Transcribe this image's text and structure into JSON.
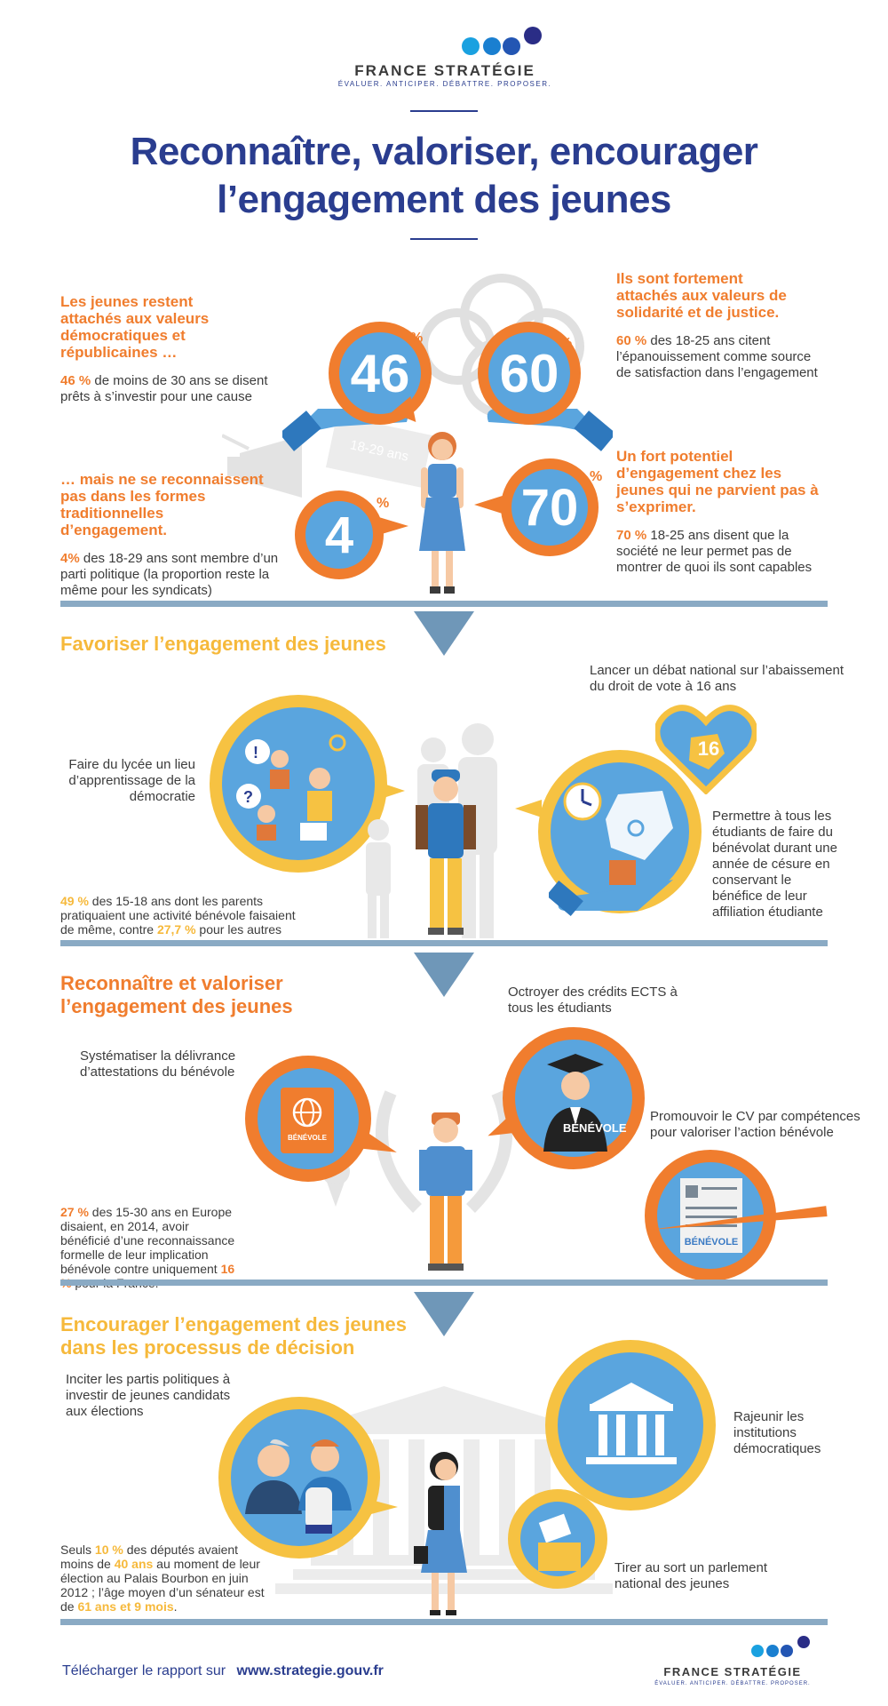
{
  "header": {
    "brand": "FRANCE STRATÉGIE",
    "tagline": "ÉVALUER. ANTICIPER. DÉBATTRE. PROPOSER.",
    "title_line1": "Reconnaître, valoriser, encourager",
    "title_line2": "l’engagement des jeunes"
  },
  "stats": {
    "block1": {
      "title": "Les jeunes restent attachés aux valeurs démocratiques et républicaines …",
      "highlight": "46 %",
      "text": " de moins de 30 ans se disent prêts à s’investir pour une cause"
    },
    "block2": {
      "title": "Ils sont  fortement attachés aux valeurs de solidarité et de justice.",
      "highlight": "60 %",
      "text": " des 18-25 ans citent l’épanouissement comme source de satisfaction dans l’engagement"
    },
    "block3": {
      "title": "… mais ne se reconnaissent pas dans les formes traditionnelles d’engagement.",
      "highlight": "4%",
      "text": " des 18-29 ans sont membre d’un parti politique (la proportion reste la même pour les syndicats)"
    },
    "block4": {
      "title": "Un fort potentiel d’engagement chez les jeunes qui ne parvient pas à s’exprimer.",
      "highlight": "70 %",
      "text": " 18-25 ans disent que la société ne leur permet pas de montrer de quoi ils sont capables"
    },
    "circles": {
      "c46": "46",
      "c60": "60",
      "c4": "4",
      "c70": "70",
      "pct": "%"
    },
    "sign_text": "18-29 ans"
  },
  "section1": {
    "title": "Favoriser l’engagement des jeunes",
    "vote_text": "Lancer un débat national sur l’abaissement du droit de vote à 16 ans",
    "heart_number": "16",
    "lycee_text": "Faire du lycée un lieu d’apprentissage de la démocratie",
    "cesure_text": "Permettre à tous les étudiants de faire du bénévolat durant une année de césure en conservant le bénéfice de leur affiliation étudiante",
    "stat_h1": "49 %",
    "stat_t1": " des 15-18 ans dont les parents pratiquaient une activité bénévole faisaient de même, contre ",
    "stat_h2": "27,7 %",
    "stat_t2": " pour les autres"
  },
  "section2": {
    "title_line1": "Reconnaître et valoriser",
    "title_line2": "l’engagement des jeunes",
    "ects_text": "Octroyer des crédits ECTS à tous les étudiants",
    "attestation_text": "Systématiser la délivrance d’attestations du bénévole",
    "cv_text": "Promouvoir le CV par compétences pour valoriser l’action bénévole",
    "badge_label": "BÉNÉVOLE",
    "stat_h1": "27 %",
    "stat_t1": " des 15-30 ans en Europe disaient, en 2014, avoir bénéficié d’une reconnaissance formelle de leur implication bénévole contre uniquement ",
    "stat_h2": "16 %",
    "stat_t2": " pour la France."
  },
  "section3": {
    "title_line1": "Encourager l’engagement  des jeunes",
    "title_line2": "dans les processus de décision",
    "partis_text": "Inciter les partis politiques à investir de jeunes candidats aux élections",
    "rajeunir_text": "Rajeunir les institutions démocratiques",
    "tirer_text": "Tirer au sort un parlement national des jeunes",
    "stat_t1": "Seuls ",
    "stat_h1": "10 %",
    "stat_t2": " des députés avaient moins de ",
    "stat_h2": "40 ans",
    "stat_t3": " au moment de leur élection au Palais Bourbon en juin 2012 ; l’âge moyen d’un sénateur est de ",
    "stat_h3": "61 ans et 9 mois",
    "stat_t4": "."
  },
  "footer": {
    "download_label": "Télécharger le rapport sur",
    "url": "www.strategie.gouv.fr",
    "brand": "FRANCE STRATÉGIE",
    "tagline": "ÉVALUER. ANTICIPER. DÉBATTRE. PROPOSER."
  },
  "colors": {
    "orange": "#f07d2e",
    "yellow": "#f6b93b",
    "blue": "#5aa5de",
    "navy": "#2a3d8f",
    "steel": "#8aaac4"
  }
}
